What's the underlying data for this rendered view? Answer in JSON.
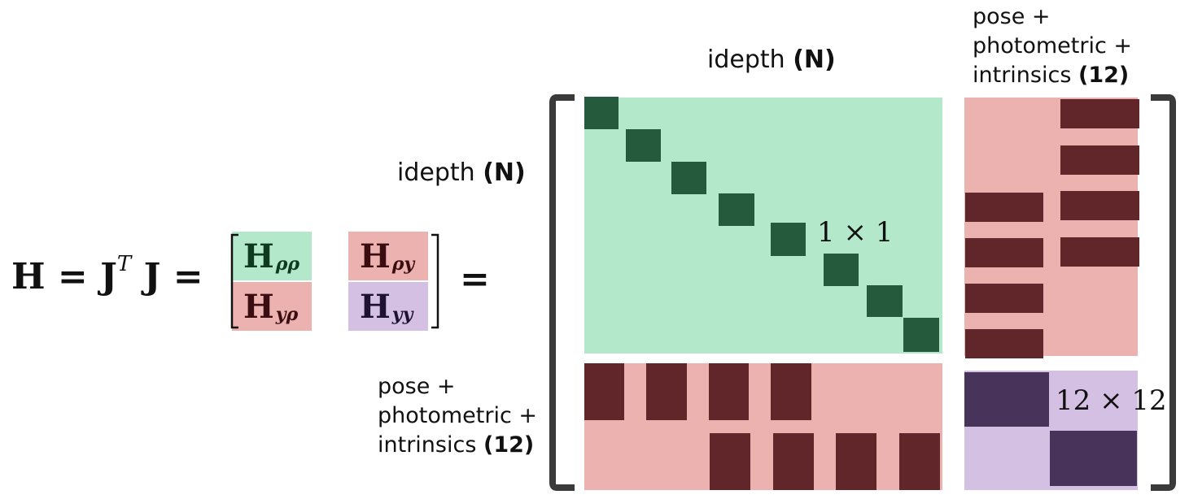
{
  "equation": {
    "lhs": "H = J",
    "transpose": "T",
    "rhs": "J =",
    "trailing_equals": "="
  },
  "small_matrix": {
    "H_rr": {
      "main": "H",
      "sub": "ρρ"
    },
    "H_ry": {
      "main": "H",
      "sub": "ρy"
    },
    "H_yr": {
      "main": "H",
      "sub": "yρ"
    },
    "H_yy": {
      "main": "H",
      "sub": "yy"
    }
  },
  "labels": {
    "col_idepth": {
      "text": "idepth ",
      "bold": "(N)"
    },
    "row_idepth": {
      "text": "idepth ",
      "bold": "(N)"
    },
    "col_pose_line1": "pose +",
    "col_pose_line2": "photometric +",
    "col_pose_line3": "intrinsics ",
    "col_pose_bold": "(12)",
    "row_pose_line1": "pose +",
    "row_pose_line2": "photometric +",
    "row_pose_line3": "intrinsics ",
    "row_pose_bold": "(12)"
  },
  "annotations": {
    "diag_block": "1 × 1",
    "pose_block": "12 × 12"
  },
  "colors": {
    "green_light": "#b3e8cb",
    "green_dark": "#265a3c",
    "pink_light": "#ebb2b0",
    "maroon": "#612629",
    "purple_light": "#d3c0e3",
    "purple_dark": "#48335a",
    "bracket": "#3a3a3a"
  }
}
